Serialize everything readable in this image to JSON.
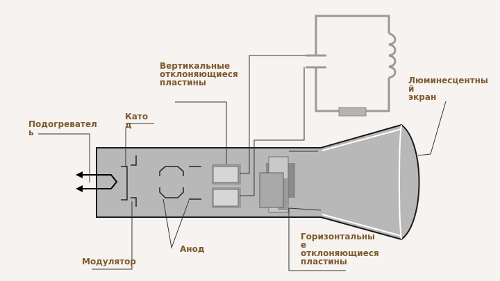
{
  "labels": {
    "heater": "Подогревател\nь",
    "cathode": "Като\nд",
    "vertical_plates": "Вертикальные\nотклоняющиеся\nпластины",
    "screen": "Люминесцентны\nй\nэкран",
    "anode": "Анод",
    "modulator": "Модулятор",
    "horizontal_plates": "Горизонтальны\nе\nотклоняющиеся\nпластины"
  },
  "colors": {
    "background": "#f7f3f0",
    "tube_fill": "#b8b8b8",
    "outline": "#1a1a1a",
    "label_text": "#7d5a2e",
    "circuit_wire": "#9a9a9a",
    "plate_fill": "#d6d6d6"
  }
}
